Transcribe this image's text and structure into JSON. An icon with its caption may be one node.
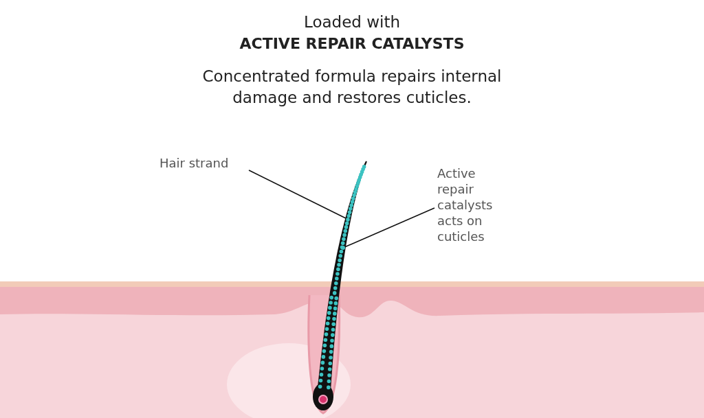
{
  "diagram": {
    "title": "Loaded with **ACTIVE REPAIR CATALYSTS**",
    "nodes": [
      {
        "text": [
          "Hair strand"
        ]
      },
      {
        "text": [
          "Active repair catalysts acts on cuticles"
        ]
      },
      {
        "text": [],
        "shape": "picture"
      },
      {
        "text": [],
        "shape": "circle",
        "in": 2
      }
    ],
    "edges": [
      {
        "from": 0,
        "to": 2,
        "arrow": "none"
      },
      {
        "from": 1,
        "to": 3,
        "arrow": "none"
      }
    ],
    "labels": [
      "Concentrated formula repairs internal damage and restores cuticles."
    ]
  }
}
